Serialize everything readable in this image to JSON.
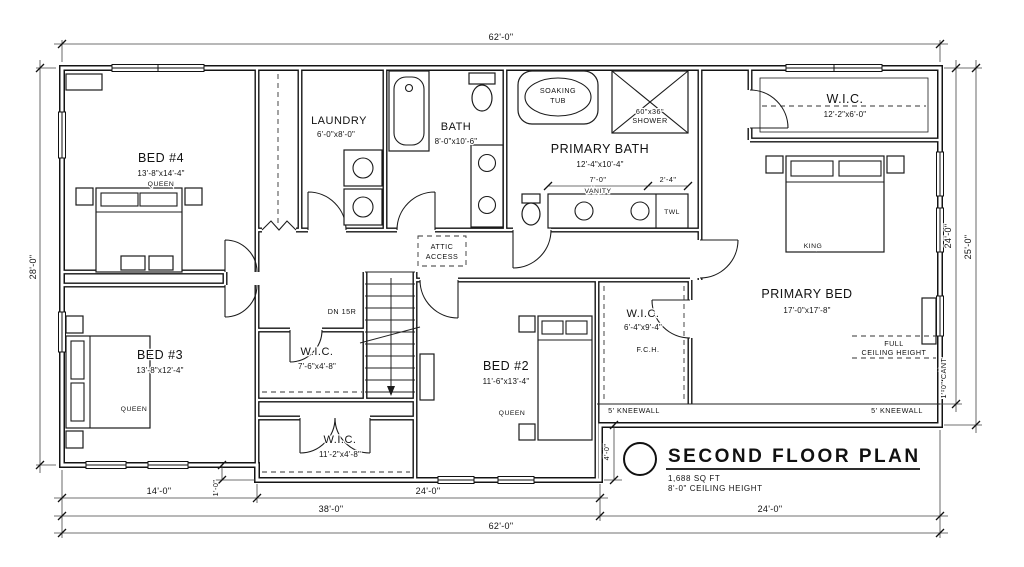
{
  "sheet": {
    "title": "SECOND FLOOR PLAN",
    "area": "1,688 SQ FT",
    "ceiling": "8'-0\" CEILING HEIGHT"
  },
  "rooms": {
    "bed4": {
      "name": "BED #4",
      "size": "13'-8\"x14'-4\"",
      "bed": "QUEEN"
    },
    "bed3": {
      "name": "BED #3",
      "size": "13'-8\"x12'-4\"",
      "bed": "QUEEN"
    },
    "bed2": {
      "name": "BED #2",
      "size": "11'-6\"x13'-4\"",
      "bed": "QUEEN"
    },
    "primary_bed": {
      "name": "PRIMARY BED",
      "size": "17'-0\"x17'-8\"",
      "bed": "KING"
    },
    "primary_bath": {
      "name": "PRIMARY BATH",
      "size": "12'-4\"x10'-4\""
    },
    "bath": {
      "name": "BATH",
      "size": "8'-0\"x10'-6\""
    },
    "laundry": {
      "name": "LAUNDRY",
      "size": "6'-0\"x8'-0\""
    },
    "wic_top_right": {
      "name": "W.I.C.",
      "size": "12'-2\"x6'-0\""
    },
    "wic_hall": {
      "name": "W.I.C.",
      "size": "7'-6\"x4'-8\""
    },
    "wic_bottom": {
      "name": "W.I.C.",
      "size": "11'-2\"x4'-8\""
    },
    "wic_primary": {
      "name": "W.I.C.",
      "size": "6'-4\"x9'-4\""
    }
  },
  "annotations": {
    "soaking_tub_1": "SOAKING",
    "soaking_tub_2": "TUB",
    "shower_1": "60\"x36\"",
    "shower_2": "SHOWER",
    "vanity": "VANITY",
    "towel": "TWL",
    "attic_1": "ATTIC",
    "attic_2": "ACCESS",
    "stairs": "DN 15R",
    "fch": "F.C.H.",
    "kneewall": "5' KNEEWALL",
    "full_ceiling_1": "FULL",
    "full_ceiling_2": "CEILING HEIGHT",
    "cant": "1'-0\" CANT"
  },
  "dimensions": {
    "top": "62'-0\"",
    "left": "28'-0\"",
    "right_inner": "24'-0\"",
    "right_outer": "25'-0\"",
    "vanity_main": "7'-0\"",
    "vanity_side": "2'-4\"",
    "bottom_left": "14'-0\"",
    "bottom_jog": "1'-0\"",
    "bottom_mid": "24'-0\"",
    "bottom_span_left": "38'-0\"",
    "bottom_span_right": "24'-0\"",
    "bottom_total": "62'-0\"",
    "title_offset": "4'-0\""
  }
}
